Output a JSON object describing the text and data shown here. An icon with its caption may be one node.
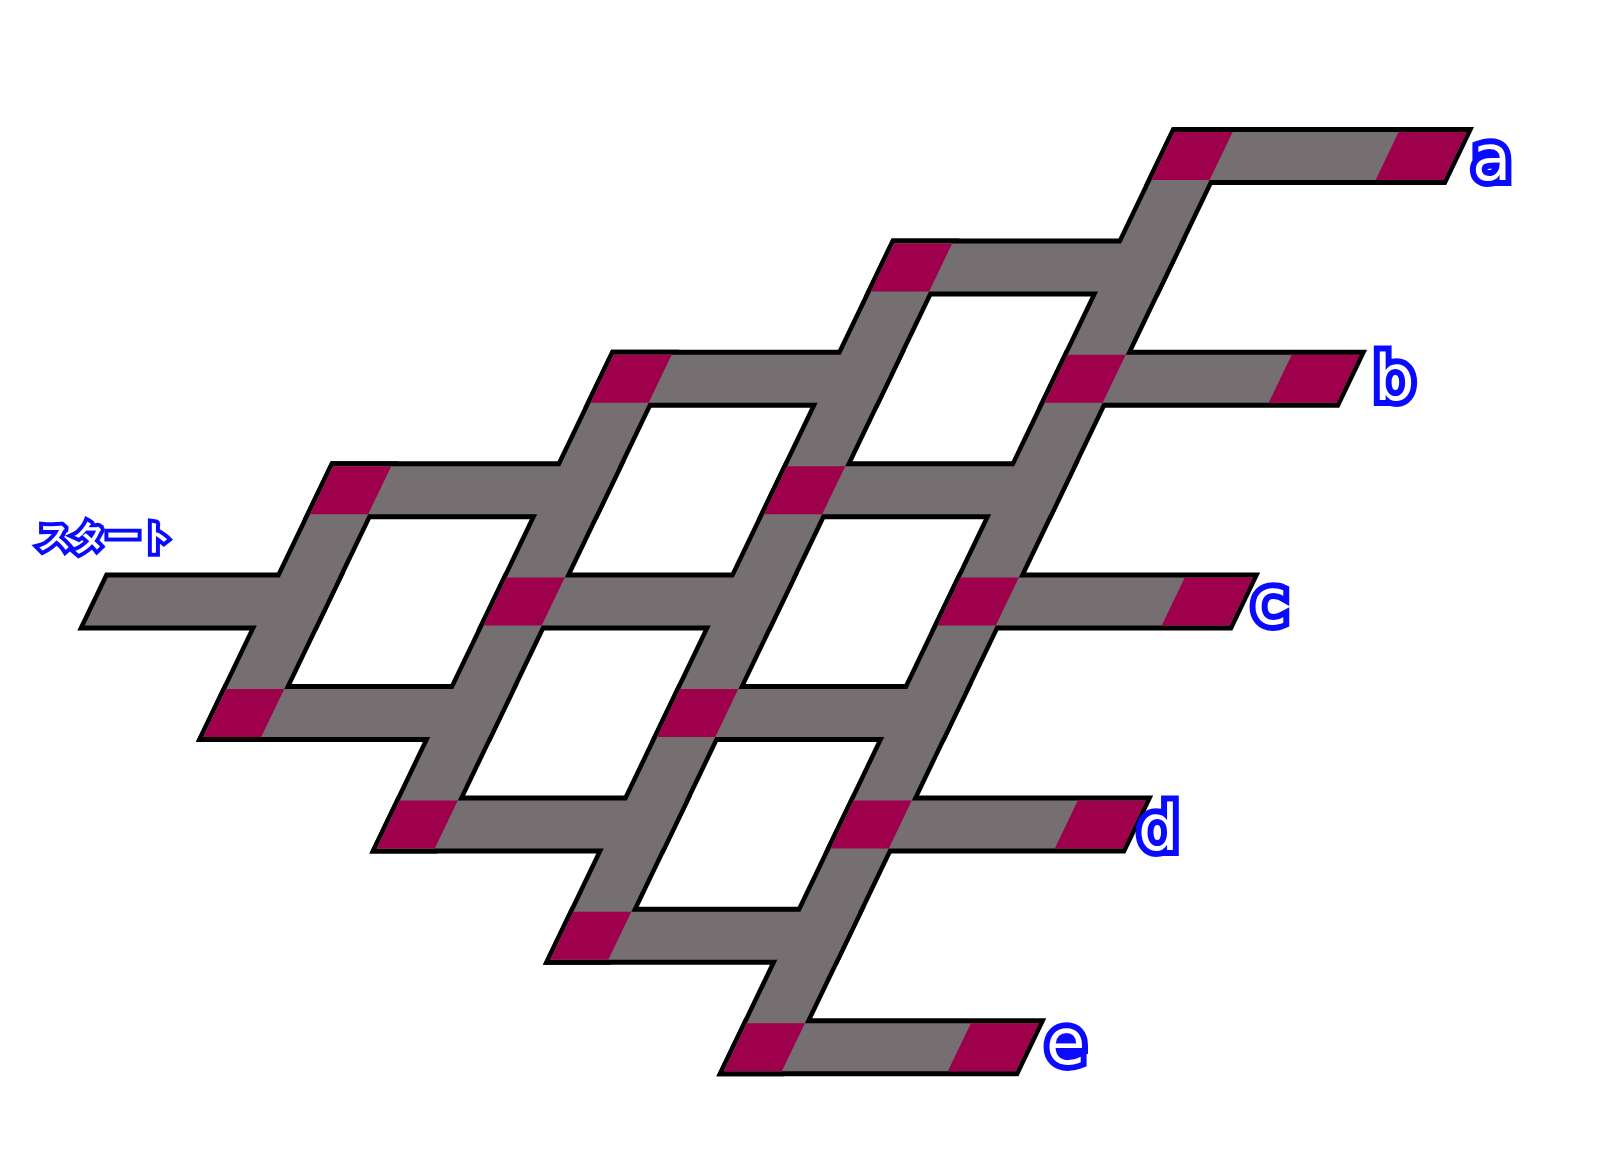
{
  "diagram": {
    "labels": [
      "スタート",
      "a",
      "b",
      "c",
      "d",
      "e"
    ]
  }
}
